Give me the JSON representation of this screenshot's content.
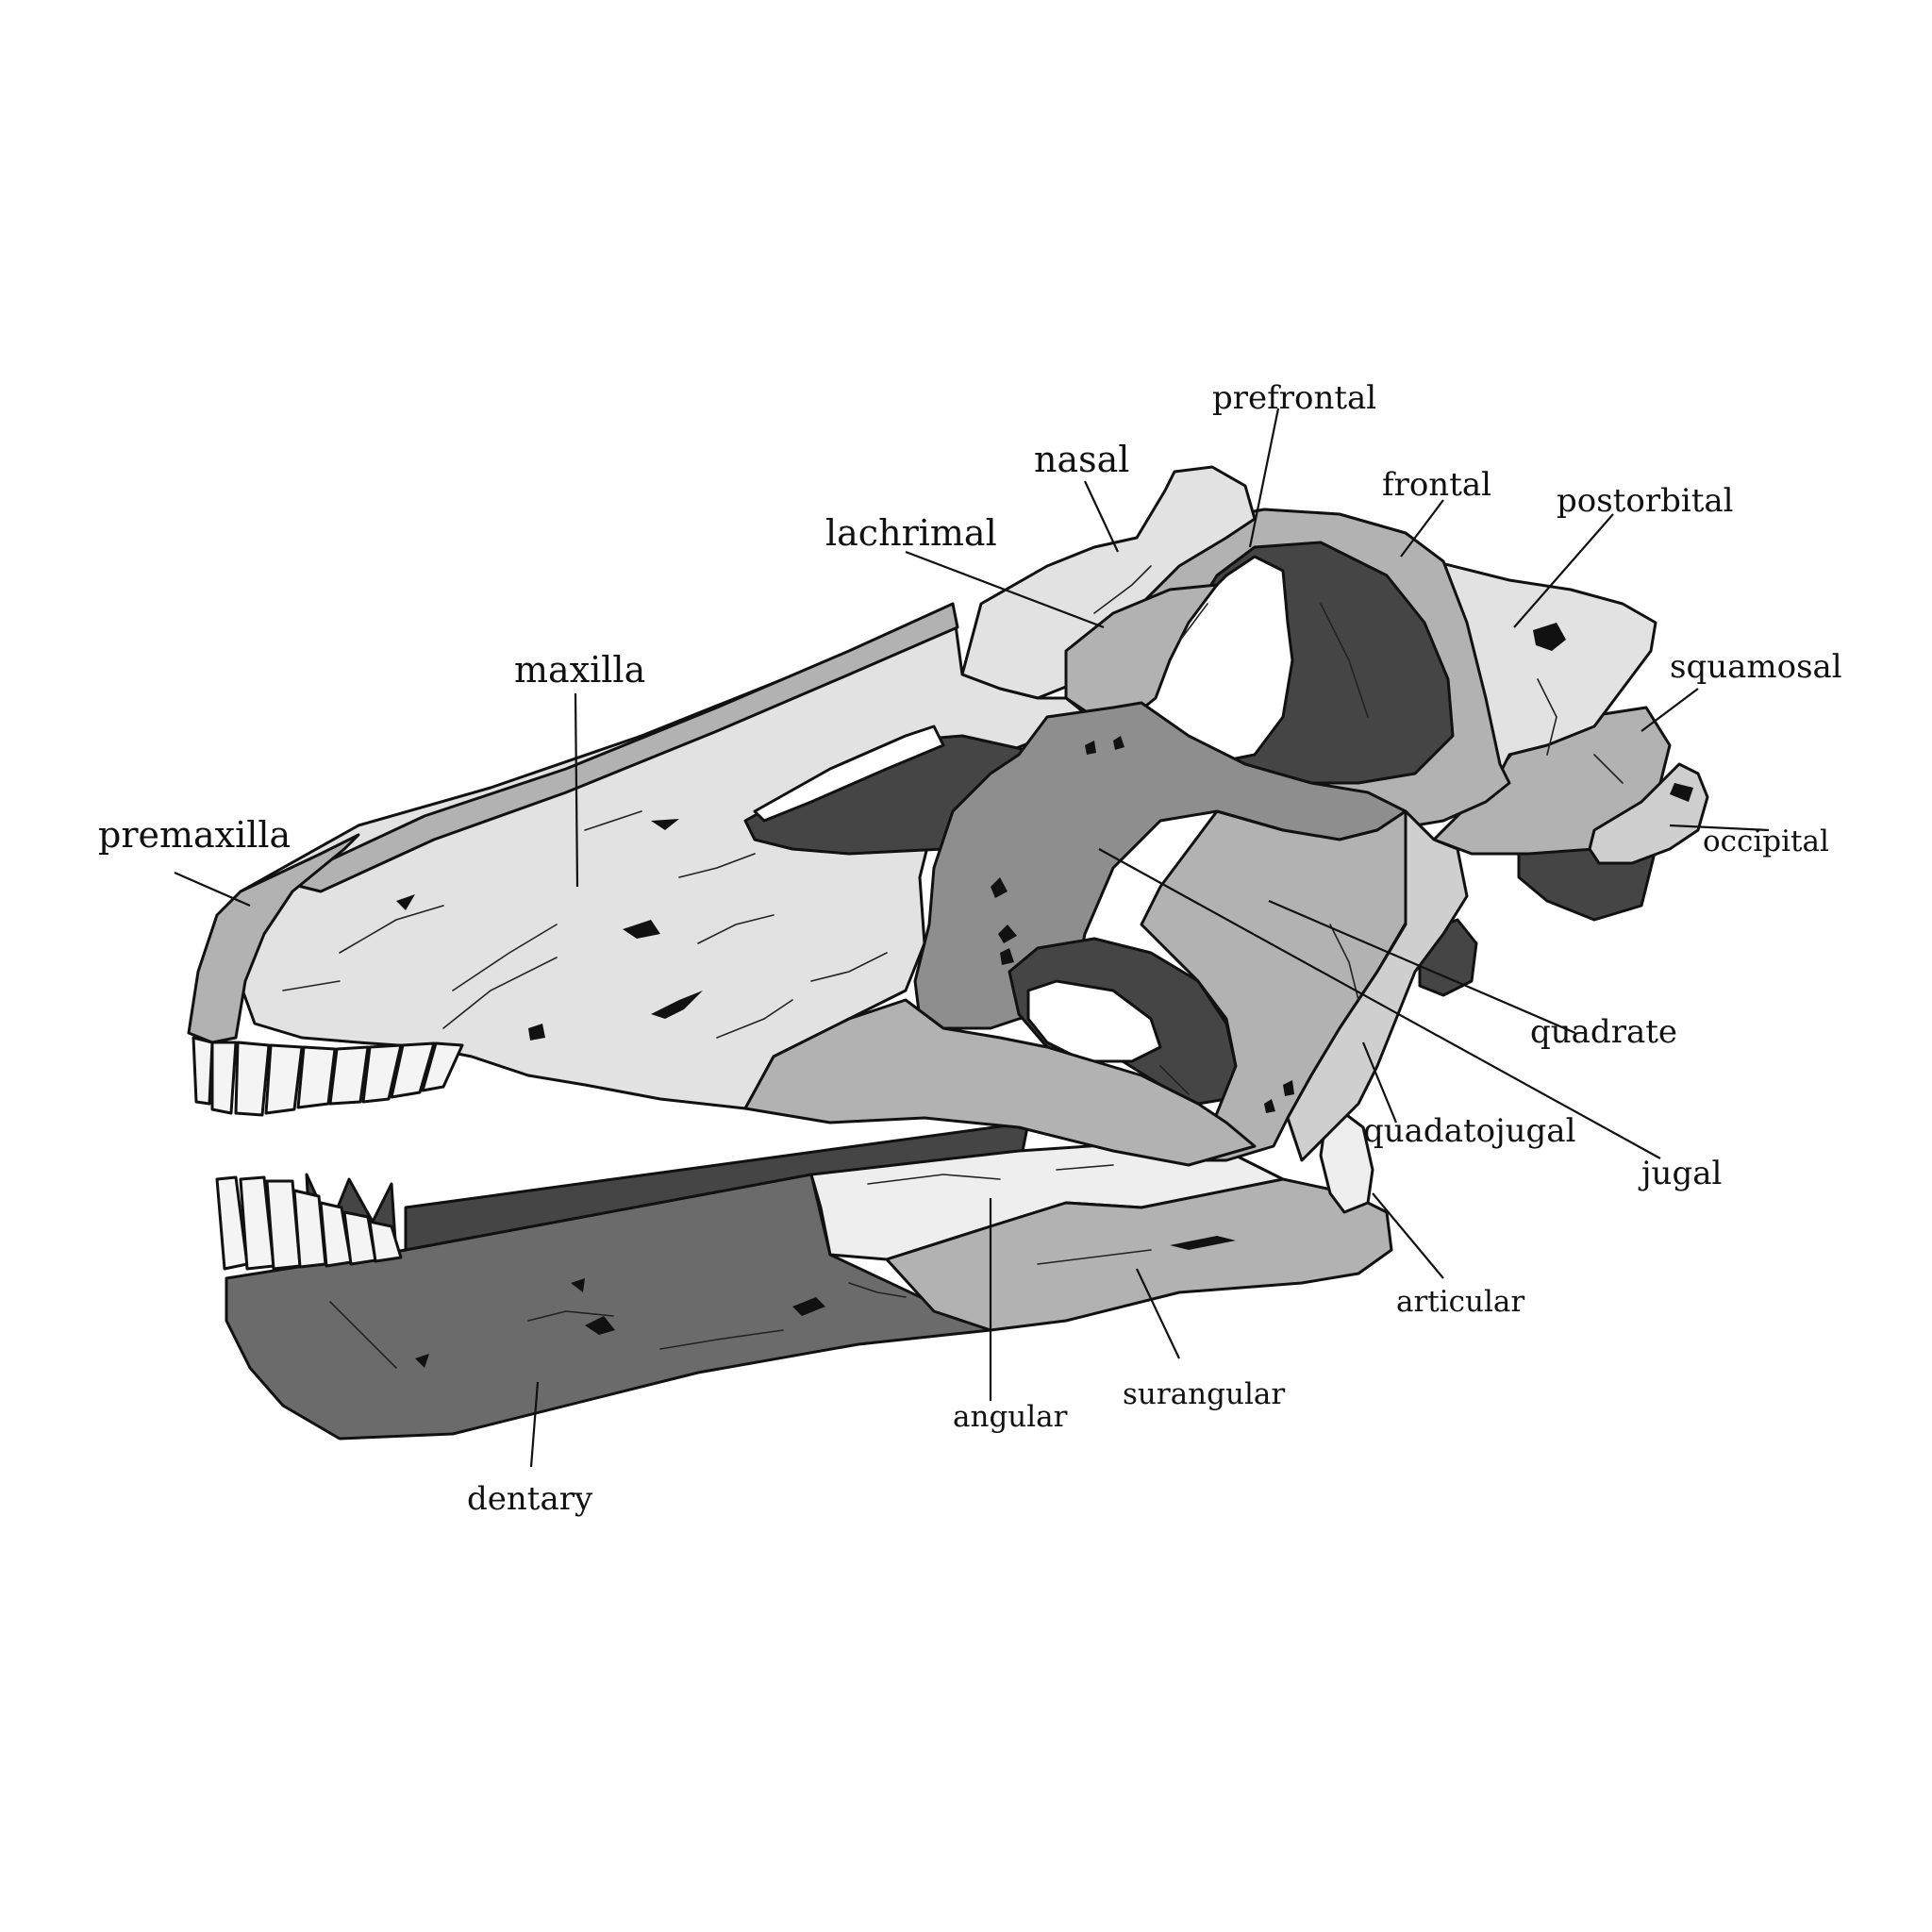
{
  "colors": {
    "background": "#ffffff",
    "outline": "#111111",
    "bone_lightest": "#eeeeee",
    "bone_light": "#e2e2e2",
    "bone_mid_light": "#cfcfcf",
    "bone_mid": "#b2b2b2",
    "bone_mid_dark": "#8e8e8e",
    "bone_dark": "#6b6b6b",
    "fenestra": "#454545"
  },
  "labels": {
    "prefrontal": "prefrontal",
    "nasal": "nasal",
    "frontal": "frontal",
    "postorbital": "postorbital",
    "lachrimal": "lachrimal",
    "squamosal": "squamosal",
    "maxilla": "maxilla",
    "premaxilla": "premaxilla",
    "occipital": "occipital",
    "quadrate": "quadrate",
    "quadatojugal": "quadatojugal",
    "jugal": "jugal",
    "articular": "articular",
    "surangular": "surangular",
    "angular": "angular",
    "dentary": "dentary"
  }
}
